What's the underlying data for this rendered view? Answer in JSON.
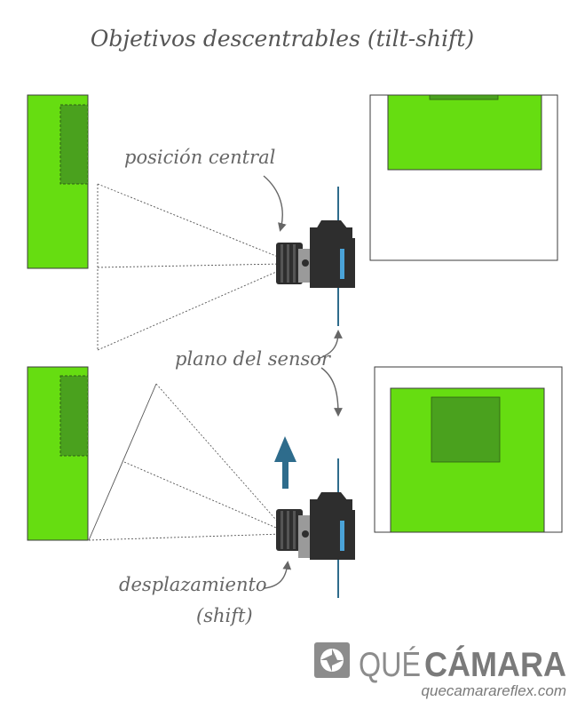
{
  "title": "Objetivos descentrables (tilt-shift)",
  "labels": {
    "center_position": "posición central",
    "sensor_plane": "plano del sensor",
    "shift_line1": "desplazamiento",
    "shift_line2": "(shift)"
  },
  "brand": {
    "name_light": "QUÉ",
    "name_bold": "CÁMARA",
    "url": "quecamarareflex.com",
    "logo_icon": "aperture-icon"
  },
  "colors": {
    "subject_green": "#66dd11",
    "frame_green": "#4aa11e",
    "camera_body": "#2e2e2e",
    "lens_mount": "#9a9a9a",
    "sensor_line": "#2e6c8c",
    "sensor_highlight": "#4aa3d8",
    "shift_arrow": "#2e6c8c",
    "annotation_gray": "#666666"
  }
}
